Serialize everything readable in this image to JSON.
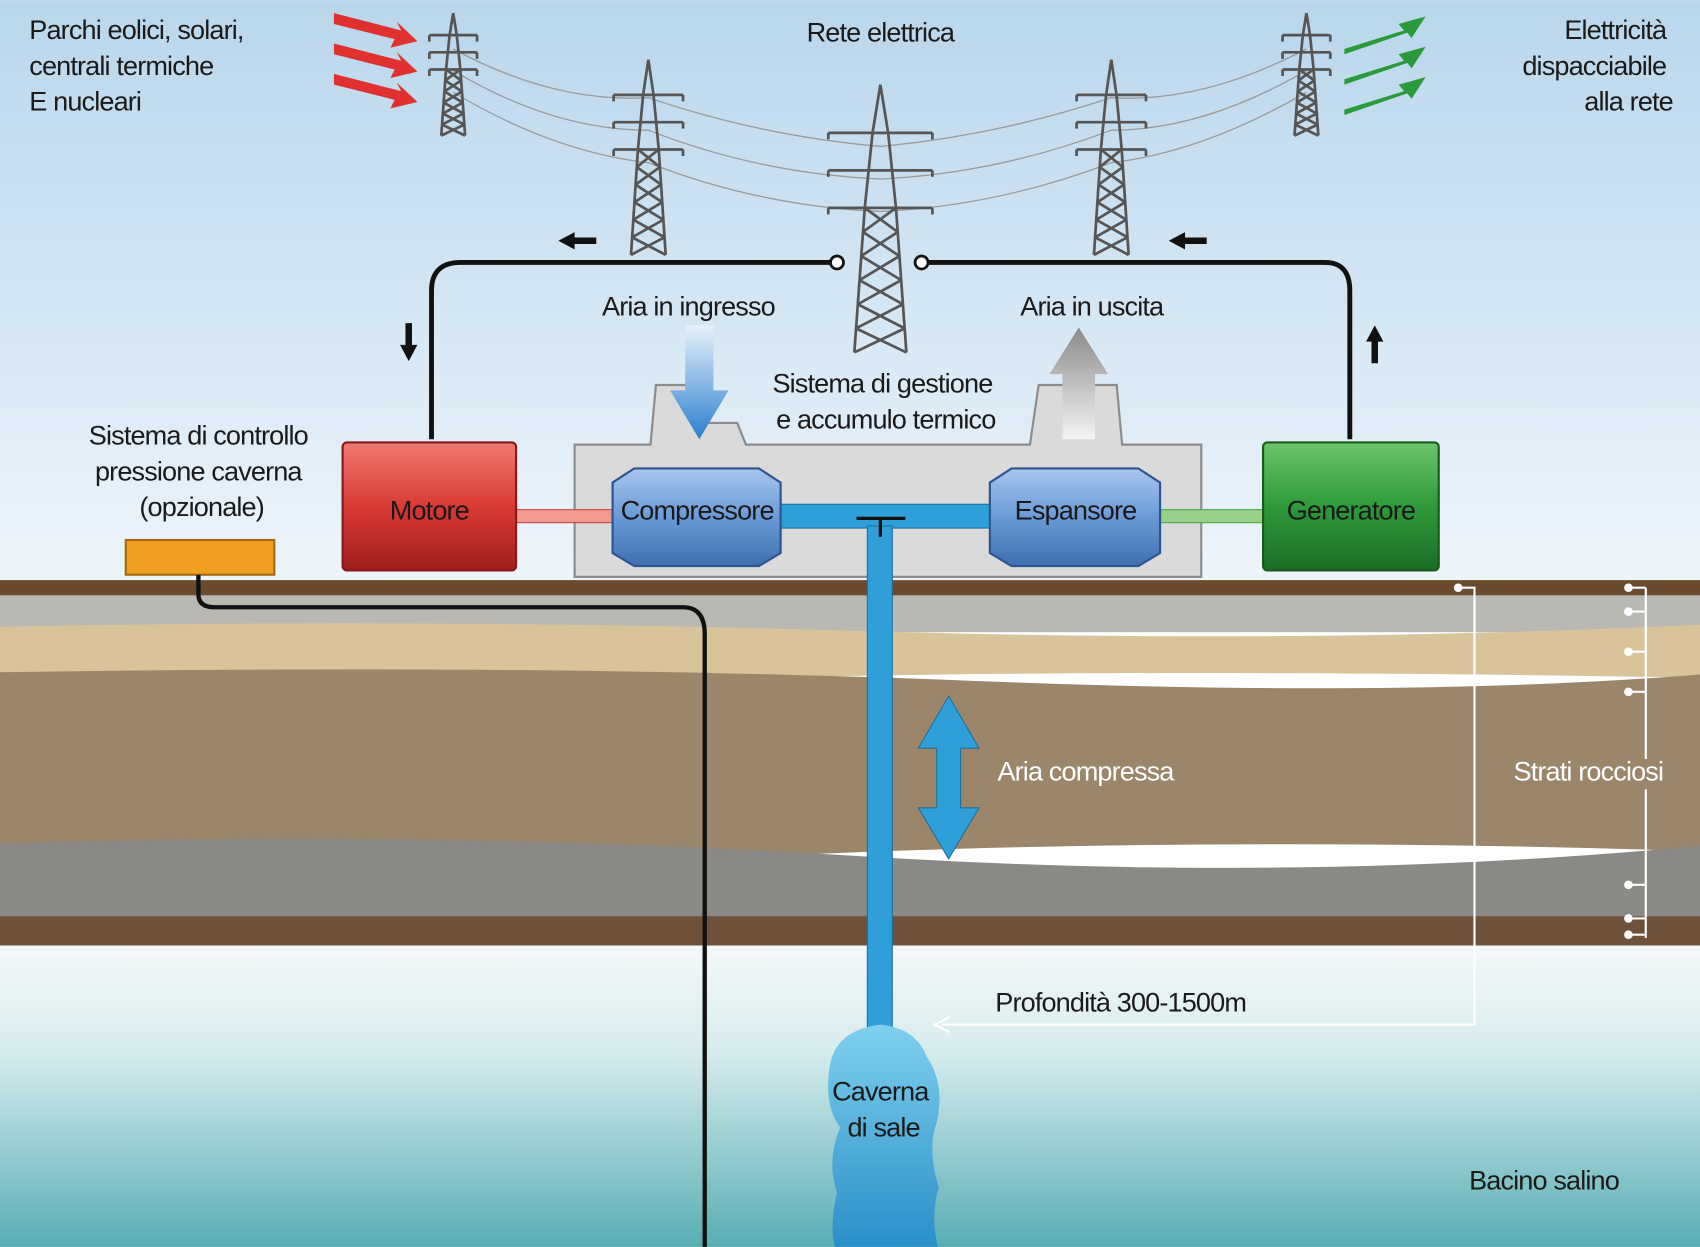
{
  "labels": {
    "sources": [
      "Parchi eolici, solari,",
      "centrali termiche",
      "E nucleari"
    ],
    "grid": "Rete elettrica",
    "dispatch": [
      "Elettricità",
      "dispacciabile",
      "alla rete"
    ],
    "air_in": "Aria in ingresso",
    "air_out": "Aria in uscita",
    "thermal": [
      "Sistema di gestione",
      "e accumulo termico"
    ],
    "pressure_control": [
      "Sistema di controllo",
      "pressione caverna",
      "(opzionale)"
    ],
    "motor": "Motore",
    "compressor": "Compressore",
    "expander": "Espansore",
    "generator": "Generatore",
    "compressed_air": "Aria compressa",
    "rock_layers": "Strati rocciosi",
    "depth": "Profondità 300-1500m",
    "cavern": [
      "Caverna",
      "di sale"
    ],
    "basin": "Bacino salino"
  },
  "colors": {
    "input_arrows": "#e03030",
    "output_arrows": "#2a9a3a",
    "motor": "#d93a35",
    "generator": "#2e9a3a",
    "turbomachine": "#6a9ad6",
    "air_pipe": "#2e9fd8",
    "control_box": "#f0a020"
  },
  "icons": [
    "power-tower",
    "flow-arrow",
    "double-arrow"
  ]
}
